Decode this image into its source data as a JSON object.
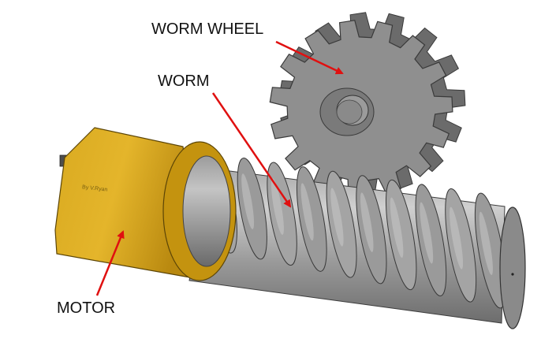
{
  "labels": {
    "worm_wheel": "WORM WHEEL",
    "worm": "WORM",
    "motor": "MOTOR",
    "credit": "By V.Ryan"
  },
  "parts": {
    "worm_wheel": {
      "teeth": 15
    },
    "worm": {
      "threads": 10
    }
  },
  "colors": {
    "motor_face": "#e6bb2b",
    "motor_body": "#c79615",
    "metal_light": "#b9b9b9",
    "metal_mid": "#8c8c8c",
    "metal_dark": "#5e5e5e",
    "arrow": "#e01010"
  }
}
